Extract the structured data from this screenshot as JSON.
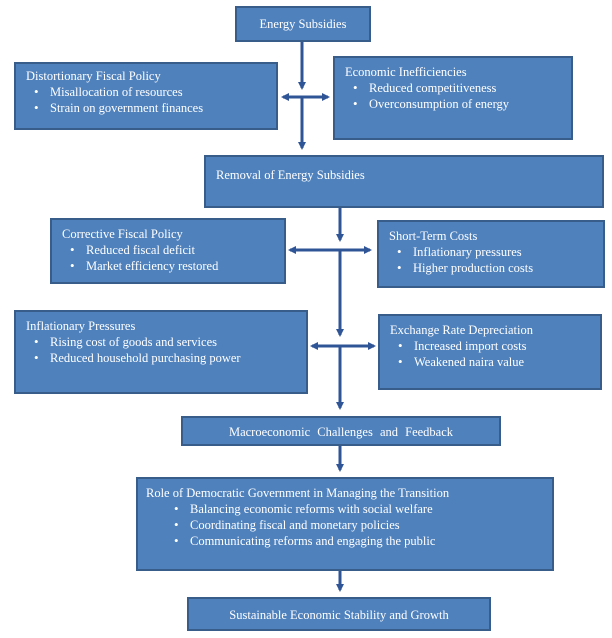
{
  "flowchart": {
    "energy_subsidies": {
      "title": "Energy Subsidies"
    },
    "distortionary_fiscal_policy": {
      "title": "Distortionary Fiscal Policy",
      "bullets": [
        "Misallocation of resources",
        "Strain on government finances"
      ]
    },
    "economic_inefficiencies": {
      "title": "Economic Inefficiencies",
      "bullets": [
        "Reduced competitiveness",
        "Overconsumption of energy"
      ]
    },
    "removal_of_energy_subsidies": {
      "title": "Removal of Energy Subsidies"
    },
    "corrective_fiscal_policy": {
      "title": "Corrective Fiscal Policy",
      "bullets": [
        "Reduced fiscal deficit",
        "Market efficiency restored"
      ]
    },
    "short_term_costs": {
      "title": "Short-Term Costs",
      "bullets": [
        "Inflationary pressures",
        "Higher production costs"
      ]
    },
    "inflationary_pressures": {
      "title": "Inflationary Pressures",
      "bullets": [
        "Rising cost of goods and services",
        "Reduced household purchasing power"
      ]
    },
    "exchange_rate_depreciation": {
      "title": "Exchange Rate Depreciation",
      "bullets": [
        "Increased import costs",
        "Weakened naira value"
      ]
    },
    "macroeconomic_challenges": {
      "title": "Macroeconomic Challenges and Feedback"
    },
    "role_of_government": {
      "title": "Role of Democratic Government in Managing the Transition",
      "bullets": [
        "Balancing economic reforms with social welfare",
        "Coordinating fiscal and monetary policies",
        "Communicating reforms and engaging the public"
      ]
    },
    "sustainable_growth": {
      "title": "Sustainable Economic Stability and Growth"
    }
  },
  "colors": {
    "box_fill": "#4f81bd",
    "box_border": "#385d8a",
    "arrow": "#2f5597",
    "text": "#ffffff"
  }
}
